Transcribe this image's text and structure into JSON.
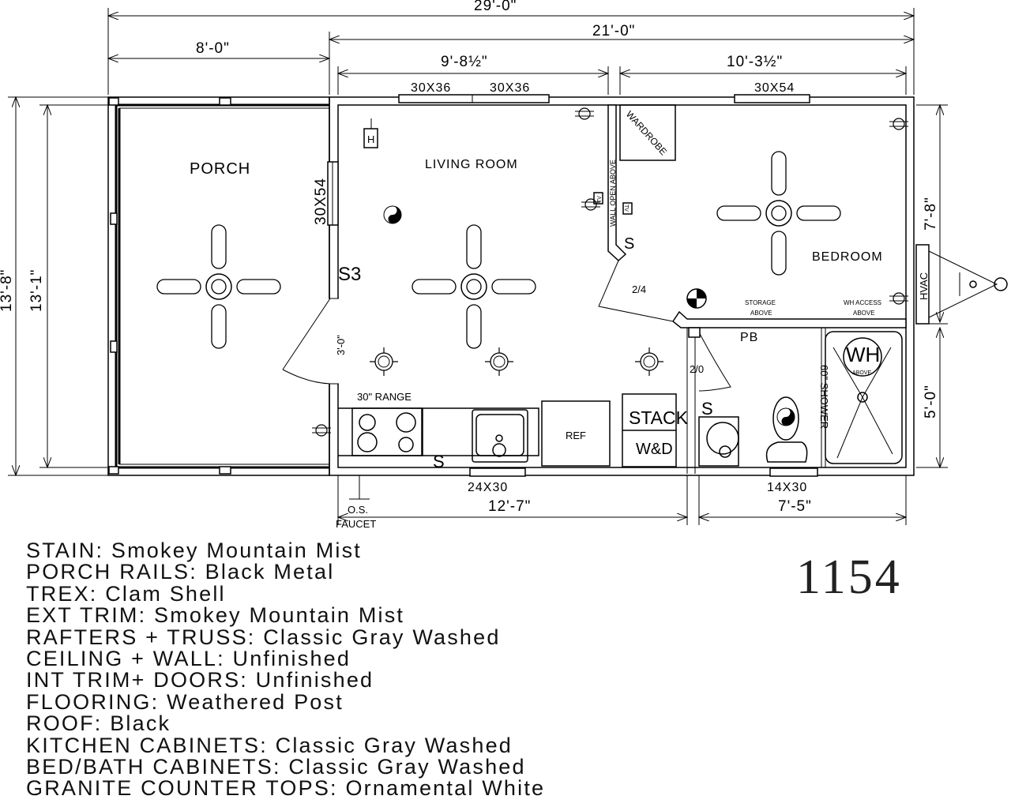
{
  "dimensions": {
    "overall_width": "29'-0\"",
    "house_width": "21'-0\"",
    "porch_width": "8'-0\"",
    "living_width": "9'-8½\"",
    "bedroom_width": "10'-3½\"",
    "overall_depth": "13'-8\"",
    "interior_depth": "13'-1\"",
    "bedroom_depth": "7'-8\"",
    "bath_depth": "5'-0\"",
    "kitchen_length": "12'-7\"",
    "bath_length": "7'-5\"",
    "porch_door": "3'-0\""
  },
  "windows": {
    "living_1": "30X36",
    "living_2": "30X36",
    "bedroom": "30X54",
    "porch_side": "30X54",
    "kitchen": "24X30",
    "bath": "14X30"
  },
  "rooms": {
    "porch": "PORCH",
    "living": "LIVING ROOM",
    "bedroom": "BEDROOM",
    "pb": "PB"
  },
  "labels": {
    "wardrobe": "WARDROBE",
    "wall_open": "WALL OPEN ABOVE",
    "tv": "TV",
    "door_bed": "2/4",
    "door_bath": "2/0",
    "storage_1": "STORAGE",
    "storage_2": "ABOVE",
    "wh_access_1": "WH ACCESS",
    "wh_access_2": "ABOVE",
    "range": "30\" RANGE",
    "ref": "REF",
    "stack": "STACK",
    "wd": "W&D",
    "wh": "WH",
    "wh_above": "ABOVE",
    "shower": "60\" SHOWER",
    "hvac": "HVAC",
    "heater": "H",
    "os_1": "O.S.",
    "os_2": "FAUCET",
    "switch": "S",
    "switch3": "S3"
  },
  "notes": [
    "STAIN: Smokey Mountain Mist",
    "PORCH RAILS: Black Metal",
    "TREX: Clam  Shell",
    "EXT TRIM: Smokey Mountain Mist",
    "RAFTERS + TRUSS: Classic Gray Washed",
    "CEILING + WALL: Unfinished",
    "INT TRIM+ DOORS: Unfinished",
    "FLOORING: Weathered Post",
    "ROOF: Black",
    "KITCHEN CABINETS: Classic Gray Washed",
    "BED/BATH CABINETS: Classic Gray Washed",
    "GRANITE COUNTER TOPS: Ornamental White"
  ],
  "model_number": "1154"
}
